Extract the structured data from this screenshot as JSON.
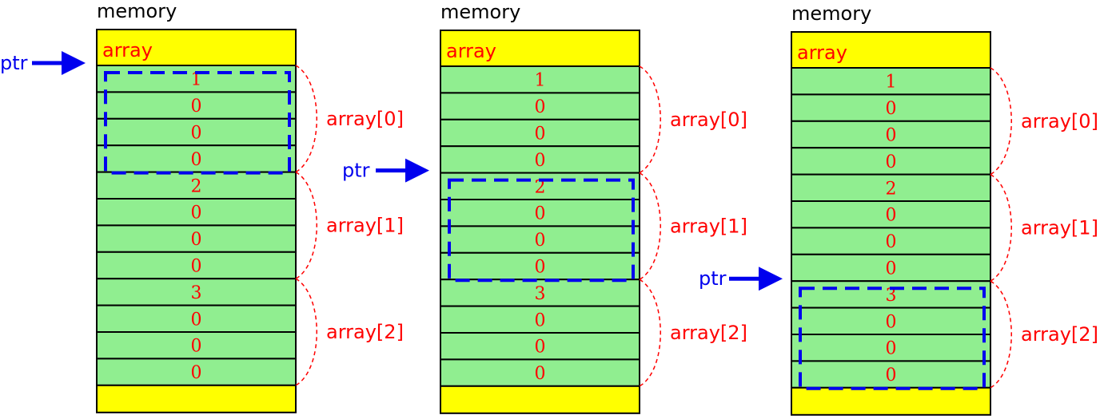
{
  "colors": {
    "header": "#ffff00",
    "cell": "#90ee90",
    "border": "#000000",
    "red": "#ff0000",
    "blue": "#0000ee"
  },
  "panels": [
    {
      "title": "memory",
      "array_label": "array",
      "cells": [
        "1",
        "0",
        "0",
        "0",
        "2",
        "0",
        "0",
        "0",
        "3",
        "0",
        "0",
        "0"
      ],
      "ptr_label": "ptr",
      "ptr_target_element": 0,
      "elements": [
        "array[0]",
        "array[1]",
        "array[2]"
      ]
    },
    {
      "title": "memory",
      "array_label": "array",
      "cells": [
        "1",
        "0",
        "0",
        "0",
        "2",
        "0",
        "0",
        "0",
        "3",
        "0",
        "0",
        "0"
      ],
      "ptr_label": "ptr",
      "ptr_target_element": 1,
      "elements": [
        "array[0]",
        "array[1]",
        "array[2]"
      ]
    },
    {
      "title": "memory",
      "array_label": "array",
      "cells": [
        "1",
        "0",
        "0",
        "0",
        "2",
        "0",
        "0",
        "0",
        "3",
        "0",
        "0",
        "0"
      ],
      "ptr_label": "ptr",
      "ptr_target_element": 2,
      "elements": [
        "array[0]",
        "array[1]",
        "array[2]"
      ]
    }
  ]
}
